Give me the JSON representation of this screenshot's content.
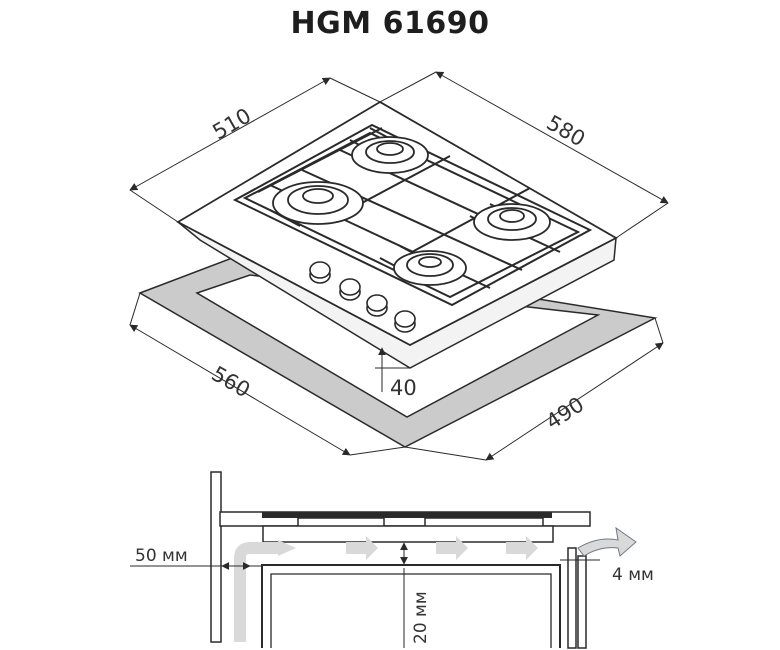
{
  "title": "HGM 61690",
  "top_view": {
    "dim_width": "580",
    "dim_depth": "510",
    "dim_height": "40",
    "cutout_width": "560",
    "cutout_depth": "490"
  },
  "section_view": {
    "side_gap": "50 мм",
    "bottom_gap": "20 мм",
    "rear_gap": "4 мм"
  },
  "colors": {
    "line": "#2a2a2a",
    "cutout_fill": "#cbcbcb",
    "arrow_fill": "#d9d9d9",
    "accent_arrow": "#6e7a86"
  },
  "icons": [
    "burner",
    "control-knob",
    "pan-support",
    "airflow-arrow"
  ]
}
